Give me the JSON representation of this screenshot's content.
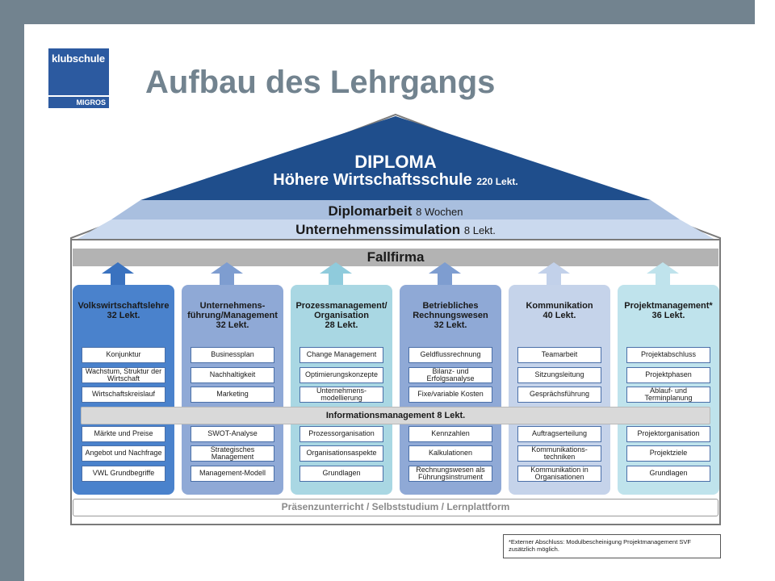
{
  "logo": {
    "top": "klubschule",
    "bottom": "MIGROS"
  },
  "title": "Aufbau des Lehrgangs",
  "roof": {
    "diploma_line1": "DIPLOMA",
    "diploma_line2": "Höhere Wirtschaftsschule",
    "diploma_lekt": "220 Lekt.",
    "diplomarbeit": "Diplomarbeit",
    "diplomarbeit_dur": "8 Wochen",
    "simulation": "Unternehmenssimulation",
    "simulation_lekt": "8 Lekt.",
    "fallfirma": "Fallfirma"
  },
  "colors": {
    "roof_dark": "#1f4e8c",
    "roof_mid": "#a9bfdf",
    "roof_light": "#cad9ee",
    "fallfirma": "#b3b3b3"
  },
  "pillars": [
    {
      "title": "Volkswirtschaftslehre",
      "lekt": "32 Lekt.",
      "color": "#4a82cc",
      "arrow": "#3a72bf",
      "modules_top": [
        "Konjunktur",
        "Wachstum, Struktur der Wirtschaft",
        "Wirtschaftskreislauf"
      ],
      "modules_bottom": [
        "Märkte und Preise",
        "Angebot und Nachfrage",
        "VWL Grundbegriffe"
      ]
    },
    {
      "title": "Unternehmens-führung/Management",
      "lekt": "32 Lekt.",
      "color": "#8fa9d6",
      "arrow": "#7e9dd0",
      "modules_top": [
        "Businessplan",
        "Nachhaltigkeit",
        "Marketing"
      ],
      "modules_bottom": [
        "SWOT-Analyse",
        "Strategisches Management",
        "Management-Modell"
      ]
    },
    {
      "title": "Prozessmanagement/ Organisation",
      "lekt": "28 Lekt.",
      "color": "#a9d7e3",
      "arrow": "#8fcbdc",
      "modules_top": [
        "Change Management",
        "Optimierungskonzepte",
        "Unternehmens-modellierung"
      ],
      "modules_bottom": [
        "Prozessorganisation",
        "Organisationsaspekte",
        "Grundlagen"
      ]
    },
    {
      "title": "Betriebliches Rechnungswesen",
      "lekt": "32 Lekt.",
      "color": "#8fa9d6",
      "arrow": "#7e9dd0",
      "modules_top": [
        "Geldflussrechnung",
        "Bilanz- und Erfolgsanalyse",
        "Fixe/variable Kosten"
      ],
      "modules_bottom": [
        "Kennzahlen",
        "Kalkulationen",
        "Rechnungswesen als Führungsinstrument"
      ]
    },
    {
      "title": "Kommunikation",
      "lekt": "40 Lekt.",
      "color": "#c5d3ea",
      "arrow": "#c2d1ea",
      "modules_top": [
        "Teamarbeit",
        "Sitzungsleitung",
        "Gesprächsführung"
      ],
      "modules_bottom": [
        "Auftragserteilung",
        "Kommunikations-techniken",
        "Kommunikation in Organisationen"
      ]
    },
    {
      "title": "Projektmanagement*",
      "lekt": "36 Lekt.",
      "color": "#bfe3ec",
      "arrow": "#bfe3ec",
      "modules_top": [
        "Projektabschluss",
        "Projektphasen",
        "Ablauf- und Terminplanung"
      ],
      "modules_bottom": [
        "Projektorganisation",
        "Projektziele",
        "Grundlagen"
      ]
    }
  ],
  "info_band": "Informationsmanagement 8 Lekt.",
  "foundation": "Präsenzunterricht / Selbststudium / Lernplattform",
  "footnote": "*Externer Abschluss: Modulbescheinigung Projektmanagement SVF zusätzlich möglich."
}
